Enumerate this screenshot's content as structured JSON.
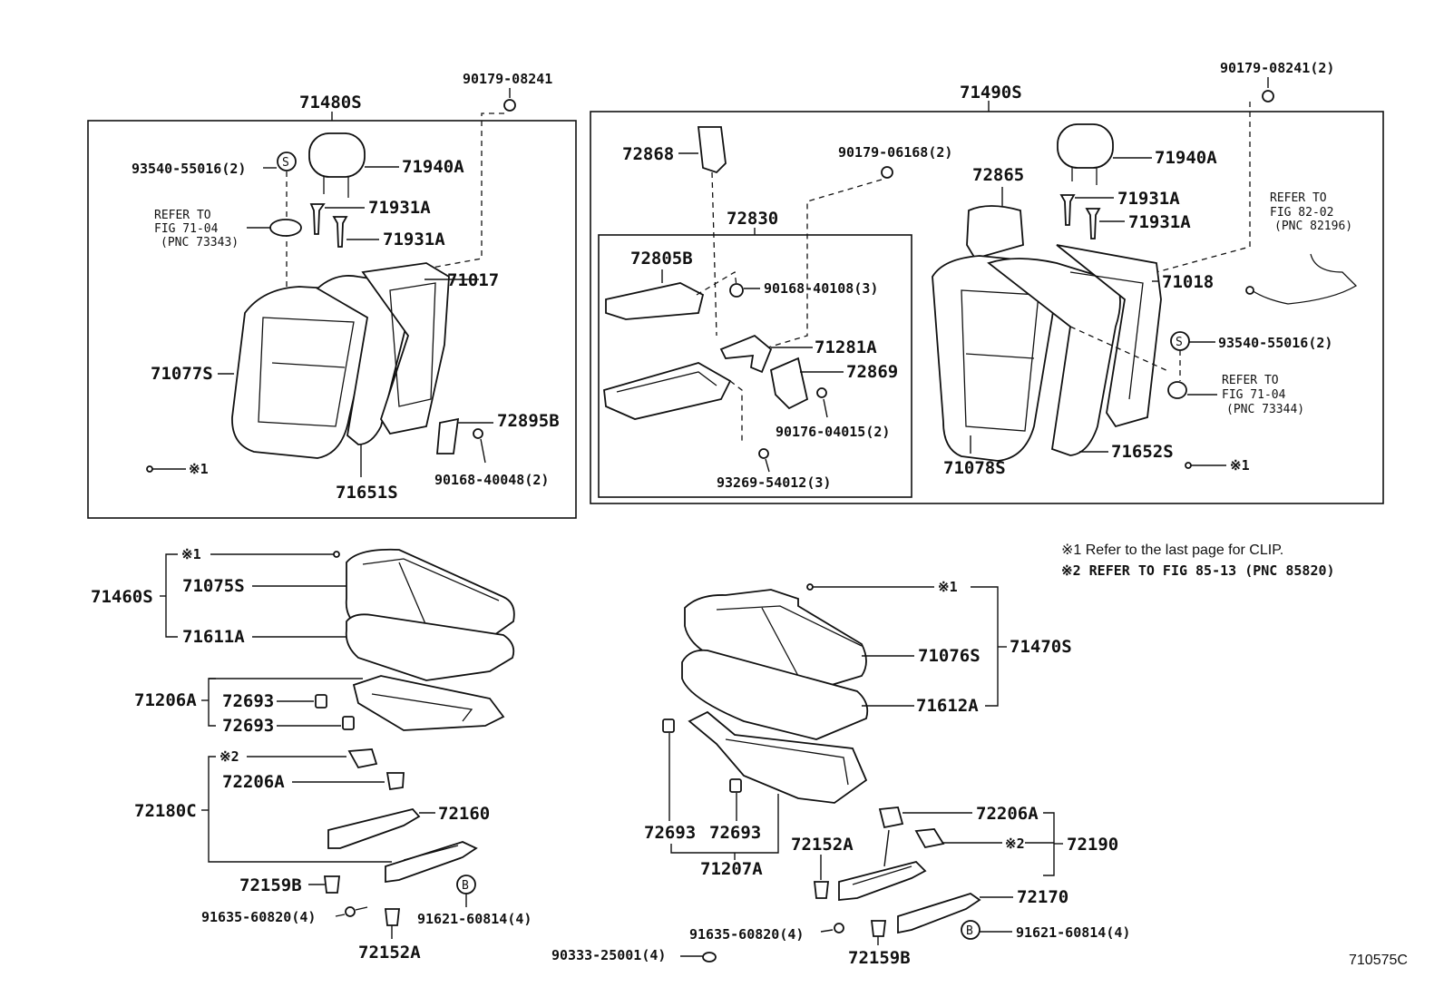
{
  "diagram_code": "710575C",
  "notes": {
    "note1": "※1  Refer to the last page for CLIP.",
    "note2": "※2  REFER TO FIG 85-13 (PNC 85820)"
  },
  "labels": {
    "n71480S": "71480S",
    "n90179_08241_l": "90179-08241",
    "n93540_55016_l": "93540-55016(2)",
    "n71940A_l": "71940A",
    "n71931A_l1": "71931A",
    "n71931A_l2": "71931A",
    "ref_l_1": "REFER TO",
    "ref_l_2": "FIG 71-04",
    "ref_l_3": "(PNC 73343)",
    "n71017": "71017",
    "n71077S": "71077S",
    "n72895B": "72895B",
    "n90168_40048": "90168-40048(2)",
    "n71651S": "71651S",
    "clip_l": "※1",
    "n71490S": "71490S",
    "n90179_08241_r": "90179-08241(2)",
    "n72868": "72868",
    "n90179_06168": "90179-06168(2)",
    "n72865": "72865",
    "n71940A_r": "71940A",
    "n71931A_r1": "71931A",
    "n71931A_r2": "71931A",
    "ref_r_1": "REFER TO",
    "ref_r_2": "FIG 82-02",
    "ref_r_3": "(PNC 82196)",
    "n72830": "72830",
    "n72805B": "72805B",
    "n90168_40108": "90168-40108(3)",
    "n71018": "71018",
    "n71281A": "71281A",
    "n72869": "72869",
    "n93540_55016_r": "93540-55016(2)",
    "ref_r2_1": "REFER TO",
    "ref_r2_2": "FIG 71-04",
    "ref_r2_3": "(PNC 73344)",
    "n90176_04015": "90176-04015(2)",
    "n93269_54012": "93269-54012(3)",
    "n71078S": "71078S",
    "n71652S": "71652S",
    "clip_r": "※1",
    "clip_bl": "※1",
    "n71460S": "71460S",
    "n71075S": "71075S",
    "n71611A": "71611A",
    "n71206A": "71206A",
    "n72693_a": "72693",
    "n72693_b": "72693",
    "ref2_l": "※2",
    "n72206A_l": "72206A",
    "n72180C": "72180C",
    "n72160": "72160",
    "n72159B_l": "72159B",
    "n91635_60820_l": "91635-60820(4)",
    "n91621_60814_l": "91621-60814(4)",
    "n72152A_l": "72152A",
    "clip_br": "※1",
    "n71076S": "71076S",
    "n71470S": "71470S",
    "n71612A": "71612A",
    "n72693_c": "72693",
    "n72693_d": "72693",
    "n71207A": "71207A",
    "n72206A_r": "72206A",
    "n72152A_r": "72152A",
    "ref2_r": "※2",
    "n72190": "72190",
    "n72170": "72170",
    "n91635_60820_r": "91635-60820(4)",
    "n91621_60814_r": "91621-60814(4)",
    "n90333_25001": "90333-25001(4)",
    "n72159B_r": "72159B",
    "s_mark": "S",
    "b_mark": "B"
  }
}
